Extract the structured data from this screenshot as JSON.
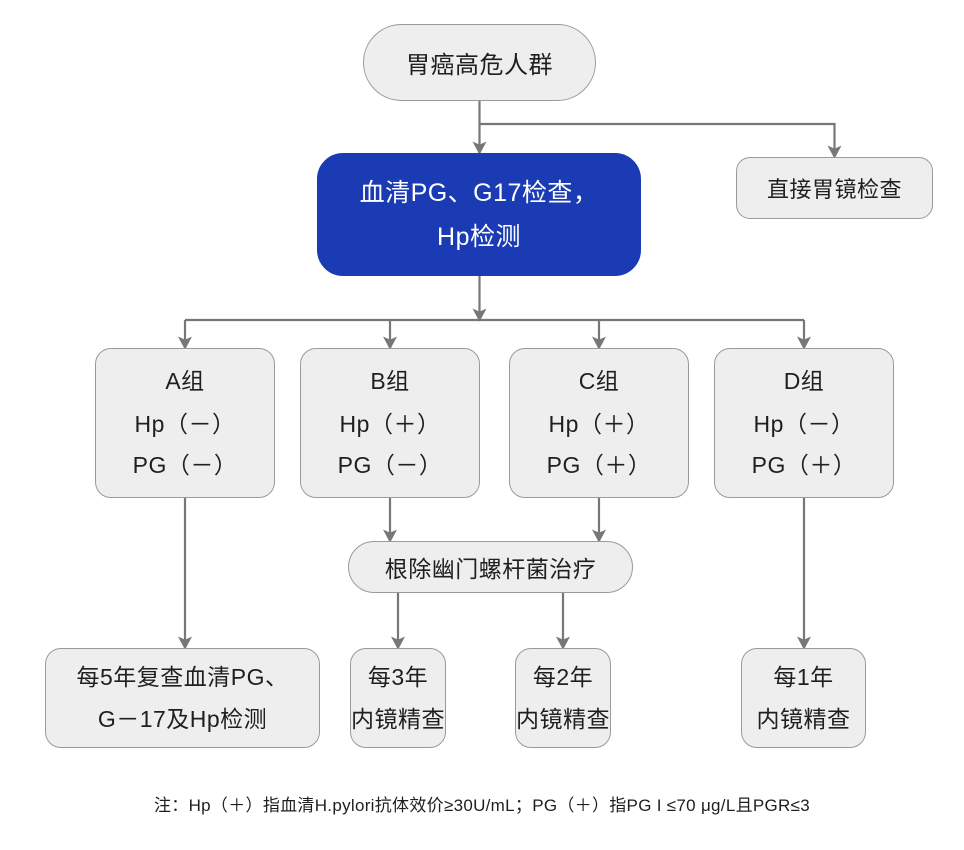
{
  "diagram": {
    "title_node": {
      "label": "胃癌高危人群"
    },
    "screening": {
      "line1": "血清PG、G17检查，",
      "line2": "Hp检测",
      "color": "#1A3BB3"
    },
    "direct": {
      "label": "直接胃镜检查"
    },
    "groups": [
      {
        "name": "A组",
        "hp": "Hp（－）",
        "pg": "PG（－）"
      },
      {
        "name": "B组",
        "hp": "Hp（＋）",
        "pg": "PG（－）"
      },
      {
        "name": "C组",
        "hp": "Hp（＋）",
        "pg": "PG（＋）"
      },
      {
        "name": "D组",
        "hp": "Hp（－）",
        "pg": "PG（＋）"
      }
    ],
    "eradication": {
      "label": "根除幽门螺杆菌治疗"
    },
    "outcomes": [
      {
        "line1": "每5年复查血清PG、",
        "line2": "G－17及Hp检测"
      },
      {
        "line1": "每3年",
        "line2": "内镜精查"
      },
      {
        "line1": "每2年",
        "line2": "内镜精查"
      },
      {
        "line1": "每1年",
        "line2": "内镜精查"
      }
    ],
    "footnote": "注：Hp（＋）指血清H.pylori抗体效价≥30U/mL；PG（＋）指PG I ≤70 μg/L且PGR≤3",
    "edge_color": "#777777",
    "node_fill": "#EEEEEE",
    "node_stroke": "#9A9A9A"
  }
}
